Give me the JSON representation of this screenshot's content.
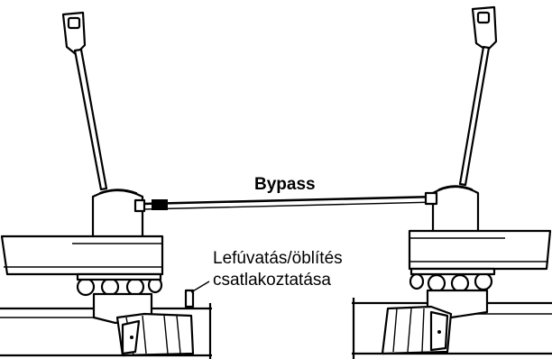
{
  "diagram": {
    "bypass_label": "Bypass",
    "blowdown_label_line1": "Lefúvatás/öblítés",
    "blowdown_label_line2": "csatlakoztatása"
  }
}
